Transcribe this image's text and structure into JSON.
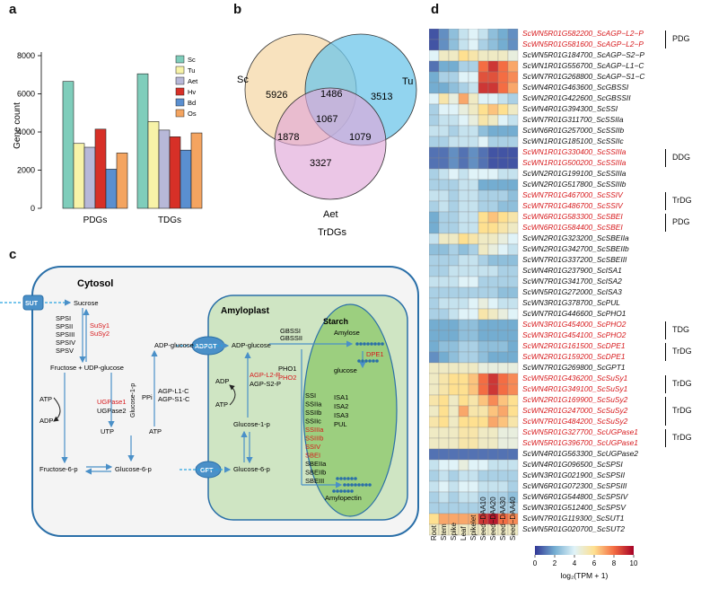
{
  "panels": {
    "a": "a",
    "b": "b",
    "c": "c",
    "d": "d"
  },
  "chart_data": [
    {
      "type": "bar",
      "ylabel": "Gene count",
      "ylim": [
        0,
        8000
      ],
      "yticks": [
        0,
        2000,
        4000,
        6000,
        8000
      ],
      "categories": [
        "PDGs",
        "TDGs"
      ],
      "series": [
        {
          "name": "Sc",
          "color": "#7fcdbb",
          "values": [
            6650,
            7050
          ]
        },
        {
          "name": "Tu",
          "color": "#f7f3a8",
          "values": [
            3400,
            4550
          ]
        },
        {
          "name": "Aet",
          "color": "#b7b8d8",
          "values": [
            3200,
            4100
          ]
        },
        {
          "name": "Hv",
          "color": "#d73027",
          "values": [
            4150,
            3750
          ]
        },
        {
          "name": "Bd",
          "color": "#5a8fd0",
          "values": [
            2050,
            3050
          ]
        },
        {
          "name": "Os",
          "color": "#f4a460",
          "values": [
            2900,
            3950
          ]
        }
      ]
    },
    {
      "type": "venn",
      "sets": [
        "Sc",
        "Tu",
        "Aet"
      ],
      "values": {
        "Sc_only": 5926,
        "Tu_only": 3513,
        "Aet_only": 3327,
        "Sc_Tu": 1486,
        "Sc_Aet": 1878,
        "Tu_Aet": 1079,
        "all": 1067
      },
      "caption": "TrDGs"
    },
    {
      "type": "heatmap",
      "scale_label": "log₂(TPM + 1)",
      "scale_ticks": [
        0,
        2,
        4,
        6,
        8,
        10
      ],
      "columns": [
        "Root",
        "Stem",
        "Spike",
        "Leaf",
        "Spikelet",
        "Seed−DAA10",
        "Seed−DAA20",
        "Seed−DAA30",
        "Seed−DAA40"
      ],
      "rows": [
        {
          "gene": "ScWN5R01G582200_ScAGP−L2−P",
          "red": true,
          "values": [
            0.5,
            1.5,
            2.5,
            3.5,
            4,
            3.5,
            2.5,
            2,
            1.5
          ]
        },
        {
          "gene": "ScWN5R01G581600_ScAGP−L2−P",
          "red": true,
          "values": [
            0.5,
            1.5,
            2.5,
            3.5,
            4,
            3,
            2.5,
            2,
            1.5
          ]
        },
        {
          "gene": "ScWN5R01G184700_ScAGP−S2−P",
          "red": false,
          "values": [
            4,
            5,
            5,
            6,
            5.5,
            5,
            5,
            5,
            4.5
          ]
        },
        {
          "gene": "ScWN1R01G556700_ScAGP−L1−C",
          "red": false,
          "values": [
            1,
            2,
            2,
            3,
            3,
            8,
            9,
            8,
            7
          ]
        },
        {
          "gene": "ScWN7R01G268800_ScAGP−S1−C",
          "red": false,
          "values": [
            2,
            3,
            3,
            4,
            4,
            8.5,
            8.5,
            8,
            7.5
          ]
        },
        {
          "gene": "ScWN4R01G463600_ScGBSSI",
          "red": false,
          "values": [
            2,
            2,
            2.5,
            3,
            3.5,
            9,
            9,
            8,
            7
          ]
        },
        {
          "gene": "ScWN2R01G422600_ScGBSSII",
          "red": false,
          "values": [
            4,
            5.5,
            4.5,
            7,
            5,
            4,
            4,
            3.5,
            3
          ]
        },
        {
          "gene": "ScWN4R01G394300_ScSSI",
          "red": false,
          "values": [
            3,
            4,
            4,
            4.5,
            5,
            6,
            6.5,
            6,
            5
          ]
        },
        {
          "gene": "ScWN7R01G311700_ScSSIIa",
          "red": false,
          "values": [
            3,
            3.5,
            3.5,
            4,
            4.5,
            5.5,
            5,
            4,
            3.5
          ]
        },
        {
          "gene": "ScWN6R01G257000_ScSSIIb",
          "red": false,
          "values": [
            3.5,
            3.5,
            3,
            3.5,
            3.5,
            2.5,
            2,
            2,
            2
          ]
        },
        {
          "gene": "ScWN1R01G185100_ScSSIIc",
          "red": false,
          "values": [
            3,
            3,
            3.5,
            3.5,
            3.5,
            4,
            3,
            3,
            3
          ]
        },
        {
          "gene": "ScWN1R01G330400_ScSSIIIa",
          "red": true,
          "values": [
            1,
            1,
            1.5,
            1,
            1.5,
            1,
            0.5,
            0.5,
            0.5
          ]
        },
        {
          "gene": "ScWN1R01G500200_ScSSIIIa",
          "red": true,
          "values": [
            1,
            1,
            1.5,
            1,
            1.5,
            1,
            0.5,
            0.5,
            0.5
          ]
        },
        {
          "gene": "ScWN2R01G199100_ScSSIIIa",
          "red": false,
          "values": [
            3,
            3.5,
            4,
            3.5,
            4,
            4,
            4,
            3.5,
            3.5
          ]
        },
        {
          "gene": "ScWN2R01G517800_ScSSIIIb",
          "red": false,
          "values": [
            3,
            3,
            3,
            3.5,
            3.5,
            2,
            2,
            2,
            2
          ]
        },
        {
          "gene": "ScWN7R01G467000_ScSSIV",
          "red": true,
          "values": [
            3.5,
            3.5,
            3,
            3.5,
            3.5,
            3,
            3,
            3,
            2.5
          ]
        },
        {
          "gene": "ScWN7R01G486700_ScSSIV",
          "red": true,
          "values": [
            3,
            3.5,
            3,
            3.5,
            3.5,
            3,
            3,
            2.5,
            2.5
          ]
        },
        {
          "gene": "ScWN6R01G583300_ScSBEI",
          "red": true,
          "values": [
            2,
            3,
            3,
            3.5,
            3.5,
            6,
            6.5,
            6,
            5.5
          ]
        },
        {
          "gene": "ScWN6R01G584400_ScSBEI",
          "red": true,
          "values": [
            2,
            3,
            3,
            3.5,
            3.5,
            6,
            6,
            5.5,
            5
          ]
        },
        {
          "gene": "ScWN2R01G323200_ScSBEIIa",
          "red": false,
          "values": [
            3.5,
            5,
            5,
            6,
            5.5,
            5,
            5,
            4.5,
            4
          ]
        },
        {
          "gene": "ScWN2R01G342700_ScSBEIIb",
          "red": false,
          "values": [
            2.5,
            2.5,
            3,
            2.5,
            3,
            5,
            4.5,
            4,
            3.5
          ]
        },
        {
          "gene": "ScWN7R01G337200_ScSBEIII",
          "red": false,
          "values": [
            3,
            3,
            3,
            3.5,
            3.5,
            3,
            2.5,
            2.5,
            2.5
          ]
        },
        {
          "gene": "ScWN4R01G237900_ScISA1",
          "red": false,
          "values": [
            3,
            3,
            3.5,
            3.5,
            3.5,
            3.5,
            3.5,
            3,
            3
          ]
        },
        {
          "gene": "ScWN7R01G341700_ScISA2",
          "red": false,
          "values": [
            3.5,
            3.5,
            3.5,
            4,
            4,
            3,
            3,
            3,
            3
          ]
        },
        {
          "gene": "ScWN5R01G272000_ScISA3",
          "red": false,
          "values": [
            3,
            3,
            3,
            3,
            3,
            3,
            3,
            2.5,
            2.5
          ]
        },
        {
          "gene": "ScWN3R01G378700_ScPUL",
          "red": false,
          "values": [
            3,
            3.5,
            3.5,
            3.5,
            4,
            4.5,
            4,
            3.5,
            3.5
          ]
        },
        {
          "gene": "ScWN7R01G446600_ScPHO1",
          "red": false,
          "values": [
            3,
            3,
            3.5,
            4,
            4,
            5.5,
            5,
            4.5,
            4
          ]
        },
        {
          "gene": "ScWN3R01G454000_ScPHO2",
          "red": true,
          "values": [
            2,
            2,
            2,
            2.5,
            2.5,
            2,
            2,
            2,
            2
          ]
        },
        {
          "gene": "ScWN3R01G454100_ScPHO2",
          "red": true,
          "values": [
            2,
            2,
            2,
            2.5,
            2.5,
            2,
            2,
            2,
            2
          ]
        },
        {
          "gene": "ScWN2R01G161500_ScDPE1",
          "red": true,
          "values": [
            2,
            2.5,
            2.5,
            3,
            3,
            2.5,
            2.5,
            2.5,
            2
          ]
        },
        {
          "gene": "ScWN2R01G159200_ScDPE1",
          "red": true,
          "values": [
            1.5,
            2,
            2.5,
            3,
            3,
            2.5,
            2,
            2,
            2
          ]
        },
        {
          "gene": "ScWN7R01G269800_ScGPT1",
          "red": false,
          "values": [
            5,
            5,
            5,
            5,
            5,
            4.5,
            4.5,
            4.5,
            4.5
          ]
        },
        {
          "gene": "ScWN5R01G436200_ScSuSy1",
          "red": true,
          "values": [
            5,
            5.5,
            6,
            6,
            6.5,
            8,
            9,
            8,
            7.5
          ]
        },
        {
          "gene": "ScWN4R01G349100_ScSuSy1",
          "red": true,
          "values": [
            5,
            5.5,
            6,
            6,
            6.5,
            8,
            9,
            8,
            7.5
          ]
        },
        {
          "gene": "ScWN2R01G169900_ScSuSy2",
          "red": true,
          "values": [
            5.5,
            6,
            5,
            6,
            5.5,
            6.5,
            7.5,
            6.5,
            6
          ]
        },
        {
          "gene": "ScWN2R01G247000_ScSuSy2",
          "red": true,
          "values": [
            5,
            6,
            5,
            7,
            5.5,
            5.5,
            6.5,
            7,
            6
          ]
        },
        {
          "gene": "ScWN7R01G484200_ScSuSy2",
          "red": true,
          "values": [
            5.5,
            6,
            5,
            6,
            6,
            6,
            7,
            6.5,
            5.5
          ]
        },
        {
          "gene": "ScWN5R01G327700_ScUGPase1",
          "red": true,
          "values": [
            5,
            5,
            5,
            5.5,
            5.5,
            5,
            5,
            4.5,
            4.5
          ]
        },
        {
          "gene": "ScWN5R01G396700_ScUGPase1",
          "red": true,
          "values": [
            5,
            5,
            5,
            5.5,
            5.5,
            5,
            5,
            4.5,
            4.5
          ]
        },
        {
          "gene": "ScWN4R01G563300_ScUGPase2",
          "red": false,
          "values": [
            1,
            1,
            1,
            1,
            1,
            1,
            1,
            1,
            1
          ]
        },
        {
          "gene": "ScWN4R01G096500_ScSPSI",
          "red": false,
          "values": [
            3.5,
            4,
            4,
            4.5,
            4,
            4,
            3.5,
            3.5,
            3.5
          ]
        },
        {
          "gene": "ScWN3R01G021900_ScSPSII",
          "red": false,
          "values": [
            3,
            3.5,
            3,
            3.5,
            3.5,
            3,
            3,
            3,
            3
          ]
        },
        {
          "gene": "ScWN6R01G072300_ScSPSIII",
          "red": false,
          "values": [
            3.5,
            4,
            3.5,
            4,
            4,
            3.5,
            3.5,
            3.5,
            3
          ]
        },
        {
          "gene": "ScWN6R01G544800_ScSPSIV",
          "red": false,
          "values": [
            3,
            3.5,
            3,
            3.5,
            3.5,
            3,
            3,
            3,
            2.5
          ]
        },
        {
          "gene": "ScWN3R01G512400_ScSPSV",
          "red": false,
          "values": [
            3,
            3,
            3,
            3,
            3,
            3,
            3,
            3,
            3
          ]
        },
        {
          "gene": "ScWN7R01G119300_ScSUT1",
          "red": false,
          "values": [
            6,
            7,
            7,
            7,
            7,
            9,
            9.5,
            8,
            7.5
          ]
        },
        {
          "gene": "ScWN5R01G020700_ScSUT2",
          "red": false,
          "values": [
            5,
            5,
            5,
            5,
            5,
            5,
            5,
            5,
            5
          ]
        }
      ],
      "brackets": [
        {
          "label": "PDG"
        },
        {
          "label": "DDG"
        },
        {
          "label": "TrDG"
        },
        {
          "label": "PDG"
        },
        {
          "label": "TDG"
        },
        {
          "label": "TrDG"
        },
        {
          "label": "TrDG"
        },
        {
          "label": "TrDG"
        },
        {
          "label": "TrDG"
        }
      ]
    }
  ],
  "pathway": {
    "cytosol": "Cytosol",
    "amyloplast": "Amyloplast",
    "starch": "Starch",
    "sut": "SUT",
    "adpgt": "ADPGT",
    "gpt": "GPT",
    "sucrose": "Sucrose",
    "sps": [
      "SPSI",
      "SPSII",
      "SPSIII",
      "SPSIV",
      "SPSV"
    ],
    "susy": [
      "SuSy1",
      "SuSy2"
    ],
    "fructose_udp": "Fructose  + UDP-glucose",
    "adp_glucose_cyt": "ADP-glucose",
    "atp1": "ATP",
    "adp1": "ADP",
    "ugpase1": "UGPase1",
    "ugpase2": "UGPase2",
    "ppi": "PPi",
    "utp": "UTP",
    "glucose1p_cyt": "Glucose-1-p",
    "atp2": "ATP",
    "agp_cyt": [
      "AGP-L1-C",
      "AGP-S1-C"
    ],
    "fructose6p": "Fructose-6-p",
    "glucose6p_cyt": "Glucose-6-p",
    "adp_glucose_amy": "ADP-glucose",
    "gbss": [
      "GBSSI",
      "GBSSII"
    ],
    "amylose": "Amylose",
    "adp_amy": "ADP",
    "atp_amy": "ATP",
    "agp_amy_red": "AGP-L2-P",
    "agp_amy": "AGP-S2-P",
    "glucose1p_amy": "Glucose-1-p",
    "glucose6p_amy": "Glucose-6-p",
    "pho1": "PHO1",
    "pho2": "PHO2",
    "dpe1": "DPE1",
    "glucose": "glucose",
    "ss_black": [
      "SSI",
      "SSIIa",
      "SSIIb",
      "SSIIc"
    ],
    "ss_red": [
      "SSIIIa",
      "SSIIIb",
      "SSIV",
      "SBEI"
    ],
    "sbe_black": [
      "SBEIIa",
      "SBEIIb",
      "SBEIII"
    ],
    "isa": [
      "ISA1",
      "ISA2",
      "ISA3",
      "PUL"
    ],
    "amylopectin": "Amylopectin"
  },
  "colors": {
    "red_text": "#d7191c"
  }
}
